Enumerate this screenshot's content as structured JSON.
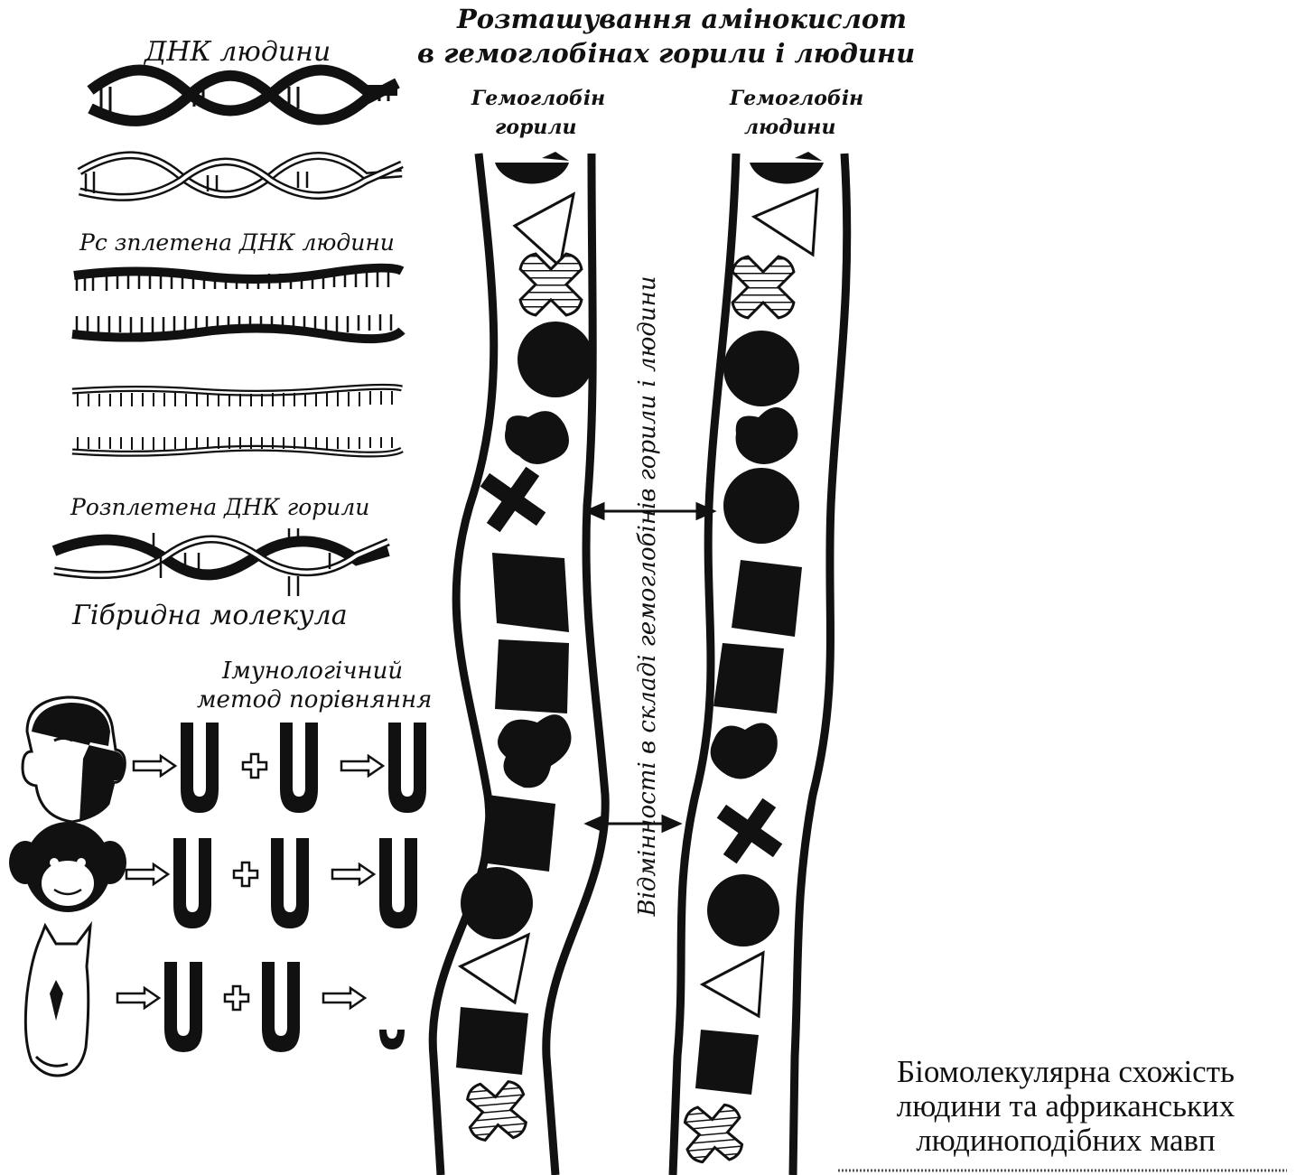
{
  "labels": {
    "dna_human": "ДНК людини",
    "dna_human_unwound": "Рс зплетена ДНК людини",
    "dna_gorilla_unwound": "Розплетена ДНК горили",
    "hybrid_molecule": "Гібридна молекула",
    "immunological_line1": "Імунологічний",
    "immunological_line2": "метод порівняння",
    "hb_title_line1": "Розташування амінокислот",
    "hb_title_line2": "в гемоглобінах горили і людини",
    "gorilla_hb_line1": "Гемоглобін",
    "gorilla_hb_line2": "горили",
    "human_hb_line1": "Гемоглобін",
    "human_hb_line2": "людини",
    "differences": "Відмінності в складі гемоглобінів горили і людини"
  },
  "caption": {
    "line1": "Біомолекулярна схожість",
    "line2": "людини та африканських",
    "line3": "людиноподібних мавп"
  },
  "gorilla_chain": [
    "half-disc",
    "triangle",
    "hatched-cross",
    "circle",
    "blob",
    "cross",
    "parallelogram",
    "parallelogram",
    "blob",
    "parallelogram",
    "circle",
    "triangle",
    "parallelogram",
    "hatched-cross"
  ],
  "human_chain": [
    "half-disc",
    "triangle",
    "hatched-cross",
    "circle",
    "blob",
    "circle",
    "parallelogram",
    "parallelogram",
    "blob",
    "cross",
    "circle",
    "triangle",
    "parallelogram",
    "hatched-cross"
  ],
  "immunology_rows": [
    "human",
    "chimpanzee",
    "horse"
  ]
}
